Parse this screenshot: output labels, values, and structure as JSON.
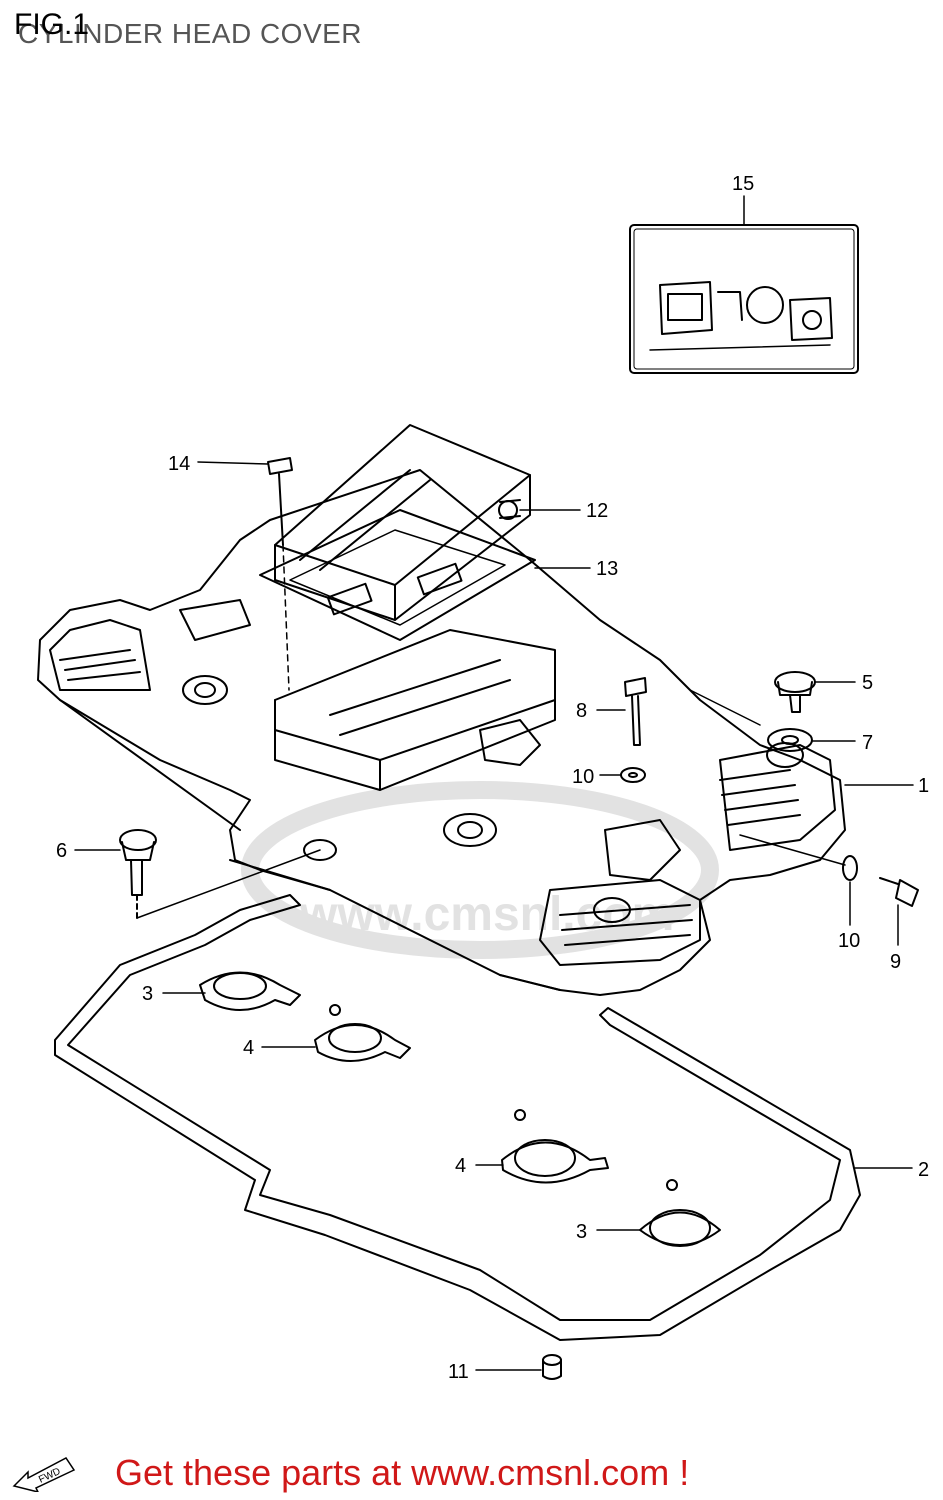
{
  "header": {
    "fig": "FIG.1",
    "title": "CYLINDER HEAD COVER"
  },
  "callouts": [
    "1",
    "2",
    "3",
    "3",
    "4",
    "4",
    "5",
    "6",
    "7",
    "8",
    "9",
    "10",
    "10",
    "11",
    "12",
    "13",
    "14",
    "15"
  ],
  "fwd_label": "FWD",
  "footer": {
    "text": "Get these parts at www.cmsnl.com !"
  },
  "watermark": "www.cmsnl.com",
  "colors": {
    "line": "#000000",
    "footer_text": "#d01818",
    "watermark": "#dcdcdc"
  }
}
